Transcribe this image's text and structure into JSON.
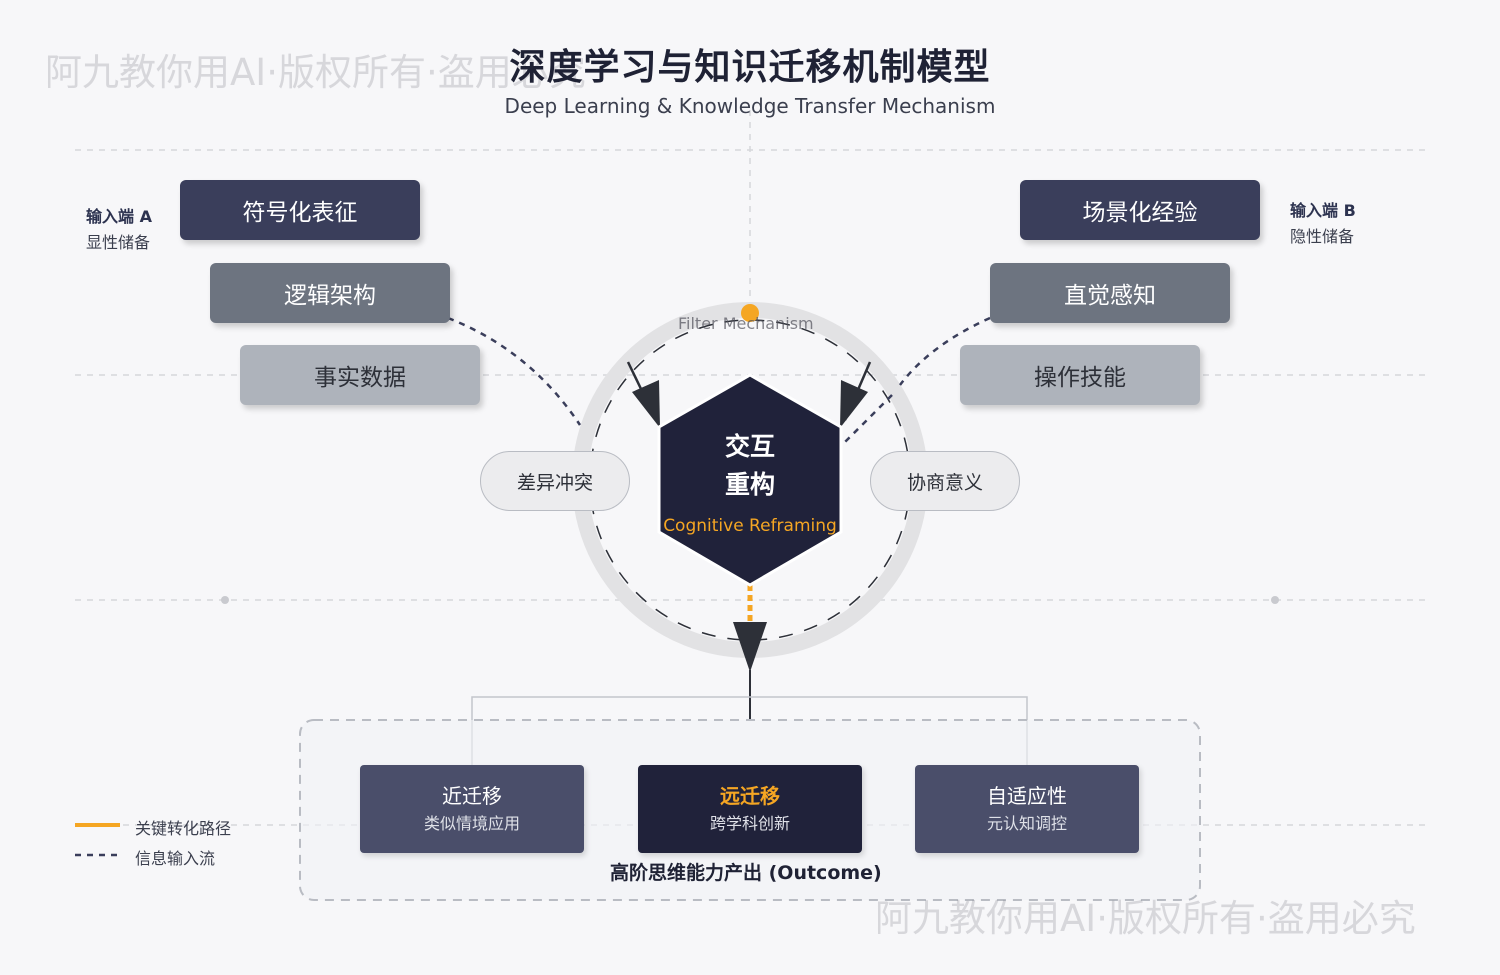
{
  "header": {
    "title": "深度学习与知识迁移机制模型",
    "subtitle": "Deep Learning & Knowledge Transfer Mechanism"
  },
  "watermark": "阿九教你用AI·版权所有·盗用必究",
  "input_a": {
    "key": "输入端 A",
    "desc": "显性储备",
    "boxes": [
      "符号化表征",
      "逻辑架构",
      "事实数据"
    ]
  },
  "input_b": {
    "key": "输入端 B",
    "desc": "隐性储备",
    "boxes": [
      "场景化经验",
      "直觉感知",
      "操作技能"
    ]
  },
  "filter_label": "Filter Mechanism",
  "pills": {
    "left": "差异冲突",
    "right": "协商意义"
  },
  "core": {
    "line1": "交互",
    "line2": "重构",
    "sub": "Cognitive Reframing"
  },
  "outcomes": [
    {
      "title": "近迁移",
      "sub": "类似情境应用"
    },
    {
      "title": "远迁移",
      "sub": "跨学科创新"
    },
    {
      "title": "自适应性",
      "sub": "元认知调控"
    }
  ],
  "outcome_title": "高阶思维能力产出 (Outcome)",
  "legend": {
    "key_path": "关键转化路径",
    "info_flow": "信息输入流"
  },
  "colors": {
    "accent": "#f5a623",
    "dark": "#3a3e5b",
    "core": "#20223a",
    "mid": "#6d7480",
    "light": "#aeb3bb"
  }
}
